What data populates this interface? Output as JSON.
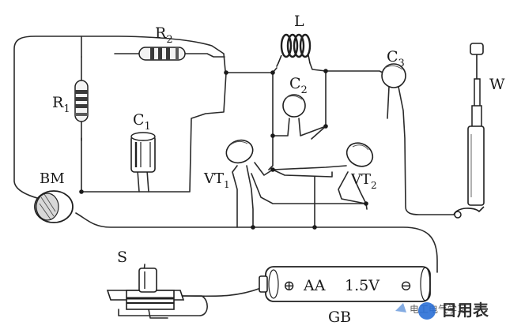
{
  "labels": {
    "r1": "R",
    "r1_sub": "1",
    "r2": "R",
    "r2_sub": "2",
    "c1": "C",
    "c1_sub": "1",
    "c2": "C",
    "c2_sub": "2",
    "c3": "C",
    "c3_sub": "3",
    "l": "L",
    "w": "W",
    "vt1": "VT",
    "vt1_sub": "1",
    "vt2": "VT",
    "vt2_sub": "2",
    "bm": "BM",
    "s": "S",
    "gb": "GB"
  },
  "battery": {
    "plus_sign": "⊕",
    "type": "AA",
    "voltage": "1.5V",
    "minus_sign": "⊖"
  },
  "watermark": {
    "text": "电工电气学习",
    "brand": "日用表"
  },
  "colors": {
    "line": "#2a2a2a",
    "watermark_blue": "#2a6fd6"
  }
}
